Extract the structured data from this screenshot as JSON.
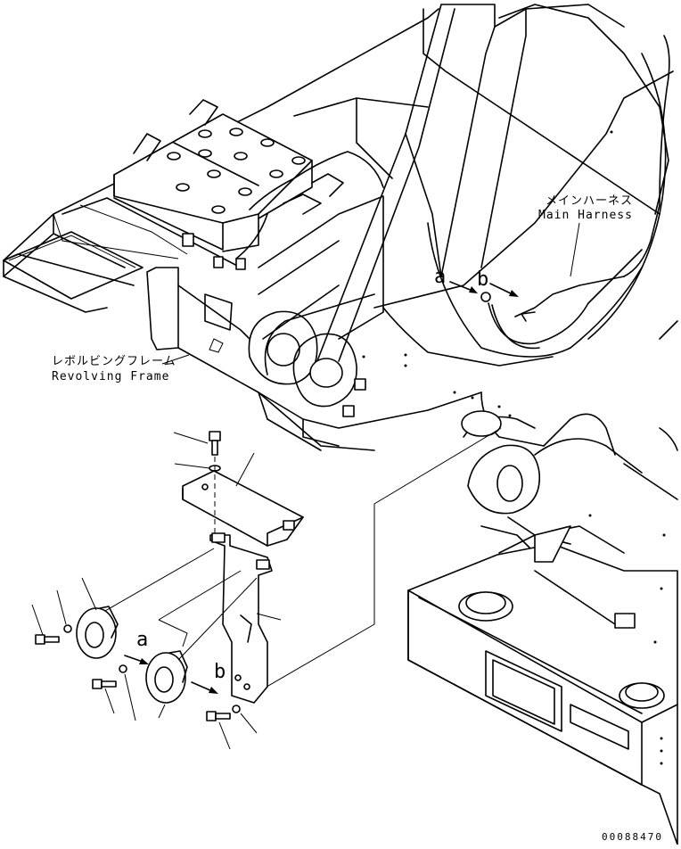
{
  "labels": {
    "main_harness_jp": "メインハーネス",
    "main_harness_en": "Main Harness",
    "revolving_frame_jp": "レボルビングフレーム",
    "revolving_frame_en": "Revolving Frame",
    "callout_a_top": "a",
    "callout_b_top": "b",
    "callout_a_bottom": "a",
    "callout_b_bottom": "b"
  },
  "drawing_number": "00088470"
}
